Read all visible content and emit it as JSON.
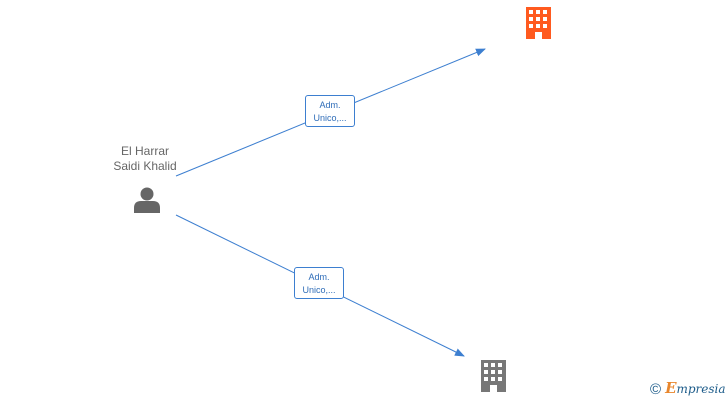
{
  "person": {
    "name_line1": "El Harrar",
    "name_line2": "Saidi Khalid",
    "icon": "person-icon"
  },
  "companies": [
    {
      "icon": "building-icon",
      "color": "#ff5a1f"
    },
    {
      "icon": "building-icon",
      "color": "#777777"
    }
  ],
  "edges": [
    {
      "line1": "Adm.",
      "line2": "Unico,..."
    },
    {
      "line1": "Adm.",
      "line2": "Unico,..."
    }
  ],
  "colors": {
    "edge": "#3d7fd0",
    "person": "#666666",
    "brand_accent": "#e8862c",
    "brand_text": "#1d5c8a"
  },
  "brand": {
    "symbol": "©",
    "first_letter": "E",
    "rest": "mpresia"
  }
}
